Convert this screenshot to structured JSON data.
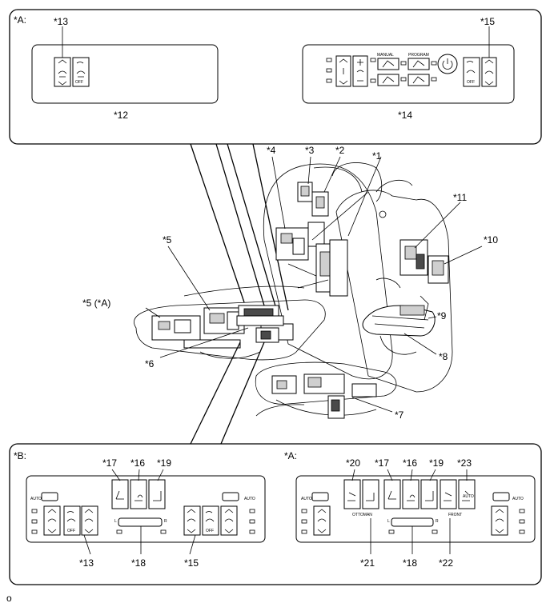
{
  "labels": {
    "a_top": "*A:",
    "n13_top": "*13",
    "n15_top": "*15",
    "n12": "*12",
    "n14": "*14",
    "n1": "*1",
    "n2": "*2",
    "n3": "*3",
    "n4": "*4",
    "n5": "*5",
    "n5a": "*5 (*A)",
    "n6": "*6",
    "n7": "*7",
    "n8": "*8",
    "n9": "*9",
    "n10": "*10",
    "n11": "*11",
    "b": "*B:",
    "b17": "*17",
    "b16": "*16",
    "b19": "*19",
    "b13": "*13",
    "b18": "*18",
    "b15": "*15",
    "a_bot": "*A:",
    "a20": "*20",
    "a17": "*17",
    "a16": "*16",
    "a19": "*19",
    "a23": "*23",
    "a21": "*21",
    "a18": "*18",
    "a22": "*22",
    "footer": "o"
  },
  "panel_text": {
    "manual": "MANUAL",
    "program": "PROGRAM",
    "off": "OFF",
    "auto": "AUTO",
    "ottoman": "OTTOMAN",
    "front": "FRONT",
    "l": "L",
    "r": "R"
  },
  "icons": [
    "seat-heater-icon",
    "seat-vent-icon",
    "seat-recline-icon",
    "power-icon",
    "arrow-up-icon",
    "arrow-down-icon"
  ]
}
